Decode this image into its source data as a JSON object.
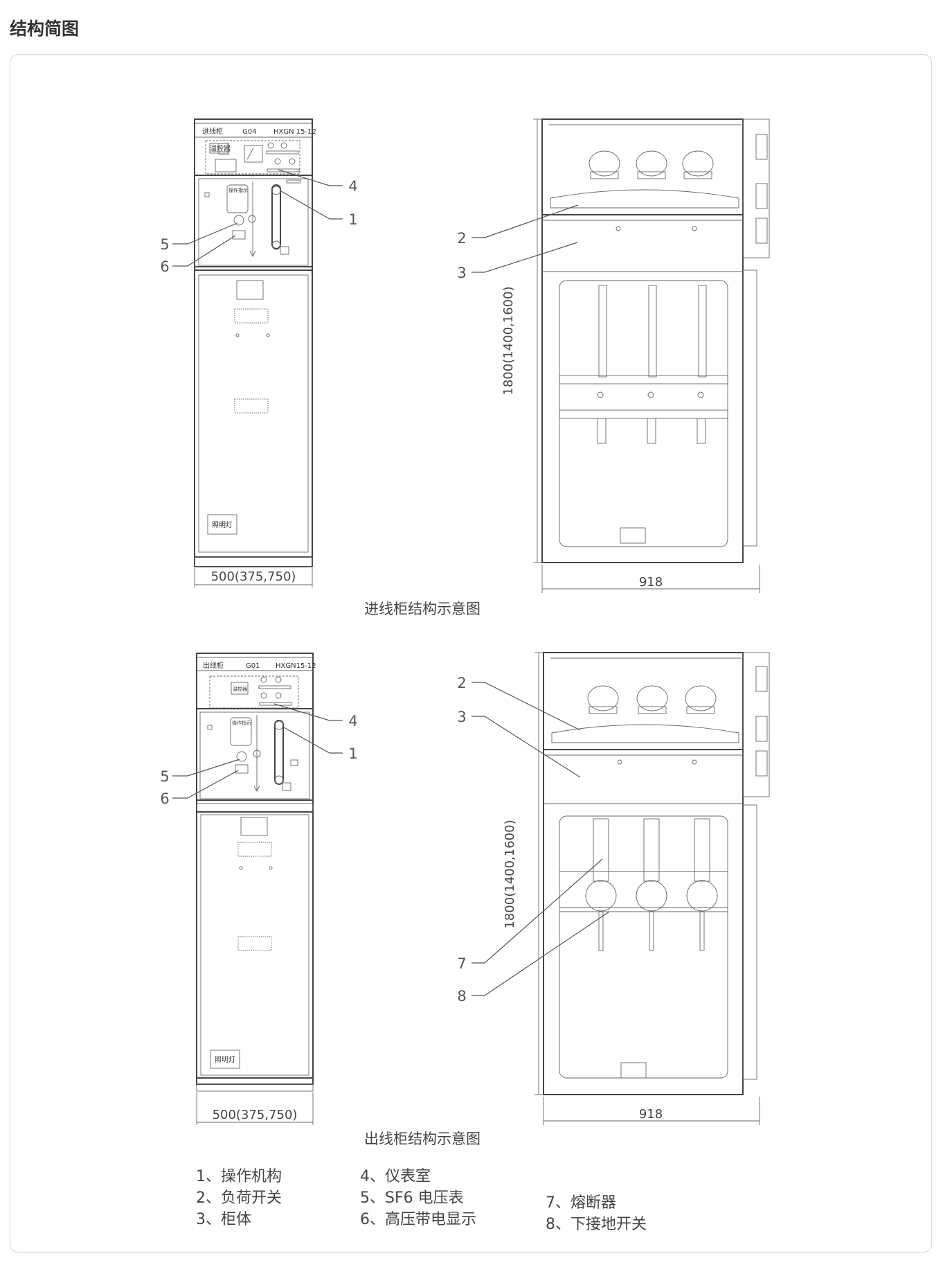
{
  "page_title": "结构简图",
  "incoming": {
    "caption": "进线柜结构示意图",
    "front": {
      "header_name": "进线柜",
      "header_code": "G04",
      "header_model": "HXGN 15-12",
      "instrument_label": "温控器",
      "op_label": "操作指示",
      "lamp_label": "照明灯",
      "width_dim": "500(375,750)"
    },
    "side": {
      "height_dim": "1800(1400,1600)",
      "depth_dim": "918"
    },
    "callouts_front": [
      "4",
      "1",
      "5",
      "6"
    ],
    "callouts_side": [
      "2",
      "3"
    ]
  },
  "outgoing": {
    "caption": "出线柜结构示意图",
    "front": {
      "header_name": "出线柜",
      "header_code": "G01",
      "header_model": "HXGN15-12",
      "instrument_label": "温控器",
      "op_label": "操作指示",
      "lamp_label": "照明灯",
      "width_dim": "500(375,750)"
    },
    "side": {
      "height_dim": "1800(1400,1600)",
      "depth_dim": "918"
    },
    "callouts_front": [
      "4",
      "1",
      "5",
      "6"
    ],
    "callouts_side": [
      "2",
      "3",
      "7",
      "8"
    ]
  },
  "legend": {
    "col1": [
      "1、操作机构",
      "2、负荷开关",
      "3、柜体"
    ],
    "col2": [
      "4、仪表室",
      "5、SF6 电压表",
      "6、高压带电显示"
    ],
    "col3": [
      "7、熔断器",
      "8、下接地开关"
    ]
  }
}
